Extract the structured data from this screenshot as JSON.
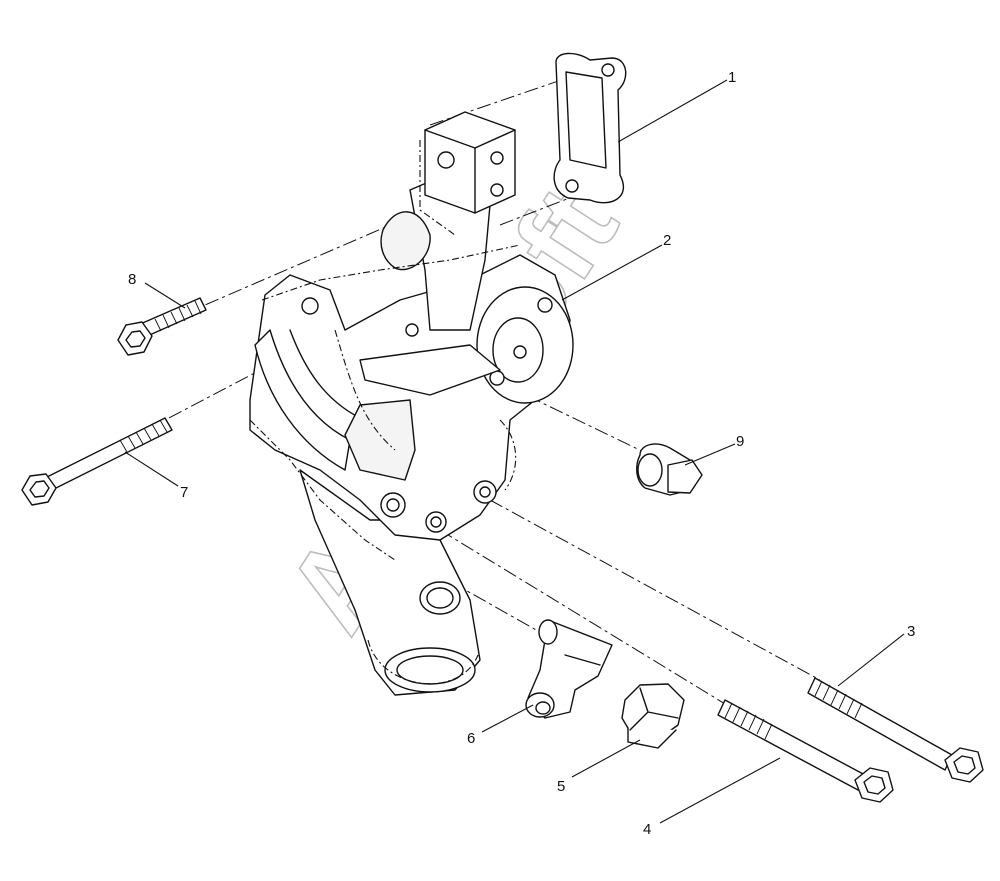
{
  "watermark": {
    "text": "AutoSoft"
  },
  "callouts": [
    "1",
    "2",
    "3",
    "4",
    "5",
    "6",
    "7",
    "8",
    "9"
  ]
}
